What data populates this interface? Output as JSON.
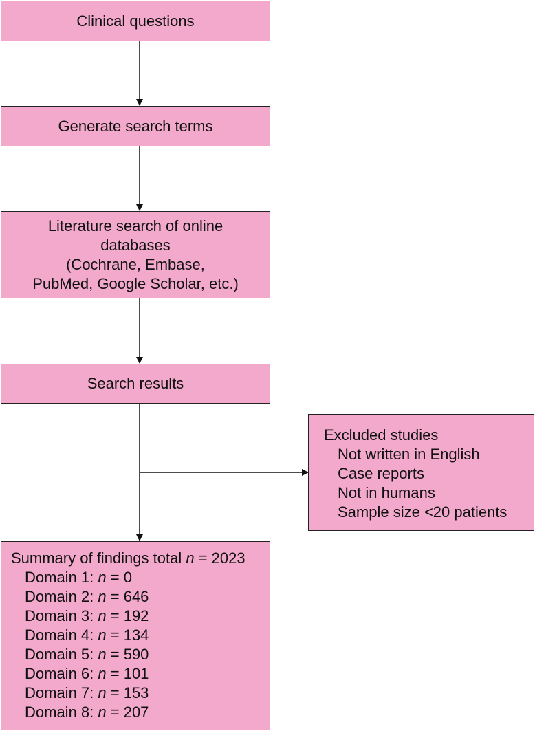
{
  "steps": {
    "clinical": "Clinical questions",
    "terms": "Generate search terms",
    "search_lines": [
      "Literature search of online",
      "databases",
      "(Cochrane, Embase,",
      "PubMed, Google Scholar, etc.)"
    ],
    "results": "Search results"
  },
  "excluded": {
    "title": "Excluded studies",
    "items": [
      "Not written in English",
      "Case reports",
      "Not in humans",
      "Sample size <20 patients"
    ]
  },
  "summary": {
    "title_prefix": "Summary of findings total ",
    "title_n": "n",
    "title_suffix": " = 2023",
    "domains": [
      {
        "label": "Domain 1: ",
        "n": "n",
        "value": " = 0"
      },
      {
        "label": "Domain 2: ",
        "n": "n",
        "value": " = 646"
      },
      {
        "label": "Domain 3: ",
        "n": "n",
        "value": " = 192"
      },
      {
        "label": "Domain 4: ",
        "n": "n",
        "value": " = 134"
      },
      {
        "label": "Domain 5: ",
        "n": "n",
        "value": " = 590"
      },
      {
        "label": "Domain 6: ",
        "n": "n",
        "value": " = 101"
      },
      {
        "label": "Domain 7: ",
        "n": "n",
        "value": " = 153"
      },
      {
        "label": "Domain 8: ",
        "n": "n",
        "value": " = 207"
      }
    ]
  },
  "colors": {
    "box_fill": "#f2a9cb",
    "border": "#222222"
  }
}
